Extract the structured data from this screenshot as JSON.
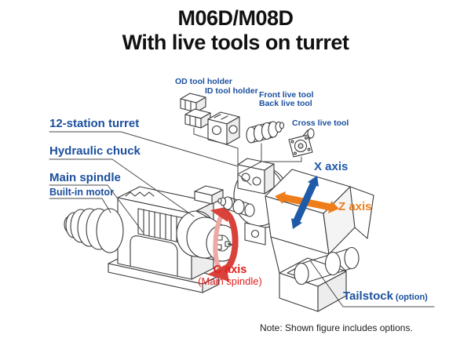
{
  "title": {
    "line1": "M06D/M08D",
    "line2": "With live tools on turret"
  },
  "tools": {
    "od": "OD tool holder",
    "id": "ID tool holder",
    "front": "Front live tool",
    "back": "Back live tool",
    "cross": "Cross live tool"
  },
  "parts": {
    "turret": "12-station turret",
    "chuck": "Hydraulic chuck",
    "spindle": "Main spindle",
    "motor": "Built-in motor",
    "tailstock": "Tailstock",
    "tailstock_option": "(option)"
  },
  "axes": {
    "x_label": "X axis",
    "z_label": "Z axis",
    "c_label": "C axis",
    "c_sub": "(Main spindle)"
  },
  "note": "Note: Shown figure includes options.",
  "colors": {
    "label_blue": "#1b4f9e",
    "x_axis_blue": "#1e5aa8",
    "z_axis_orange": "#ee7d1a",
    "c_axis_red": "#e0201f",
    "line_art": "#3a3a3a"
  }
}
